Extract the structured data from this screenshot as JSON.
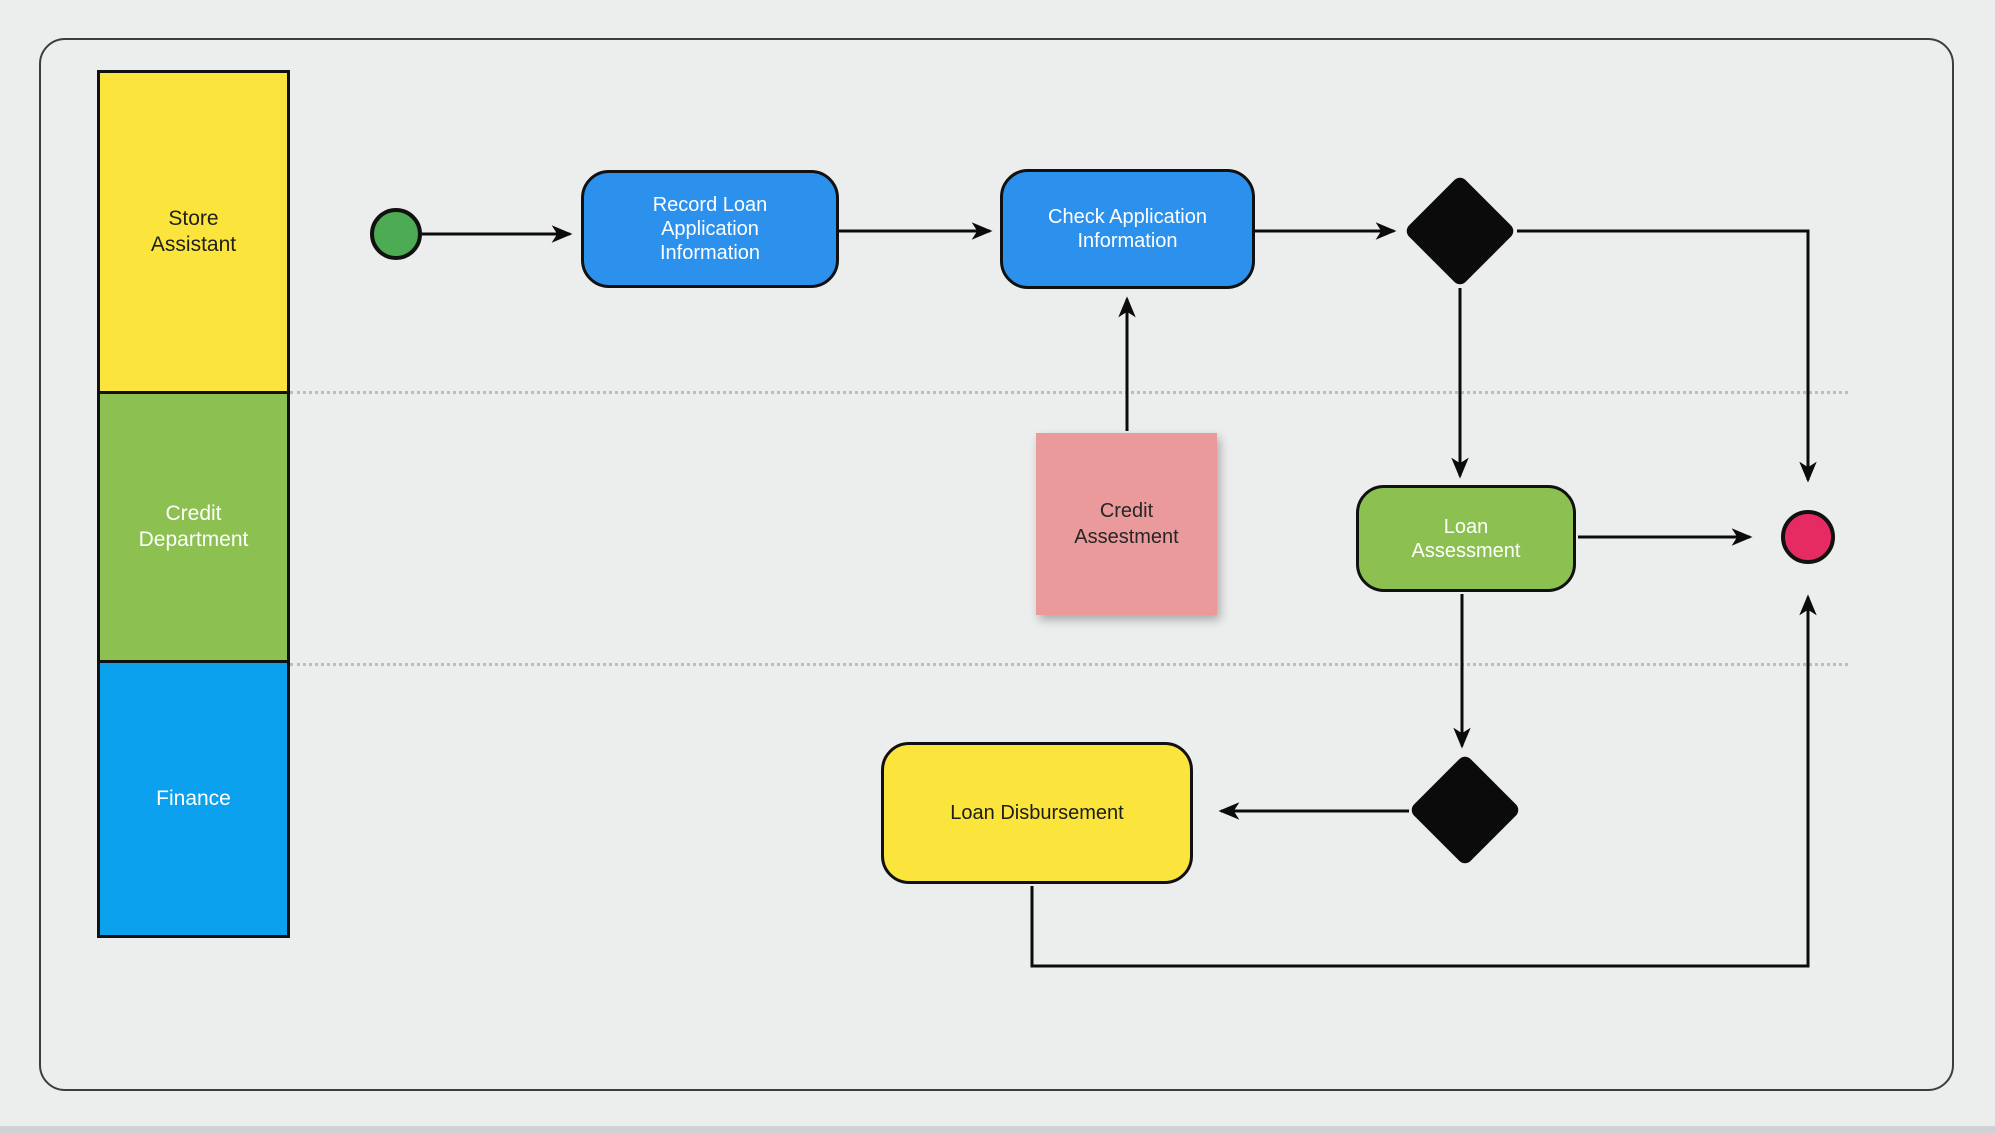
{
  "diagram": {
    "lanes": [
      {
        "label": "Store\nAssistant",
        "color": "#FBE53C",
        "text_color": "#1f1f1f"
      },
      {
        "label": "Credit\nDepartment",
        "color": "#8CC152",
        "text_color": "#ffffff"
      },
      {
        "label": "Finance",
        "color": "#0CA1EE",
        "text_color": "#ffffff"
      }
    ],
    "nodes": {
      "start_event": {
        "color": "#4DAC53"
      },
      "record_loan_application": {
        "label": "Record Loan\nApplication\nInformation",
        "color": "#2B91EC",
        "text_color": "#ffffff"
      },
      "check_application": {
        "label": "Check Application\nInformation",
        "color": "#2B91EC",
        "text_color": "#ffffff"
      },
      "decision_gateway_1": {
        "color": "#0b0b0b"
      },
      "credit_assessment_note": {
        "label": "Credit\nAssestment",
        "color": "#EB9A9B",
        "text_color": "#262626"
      },
      "loan_assessment": {
        "label": "Loan\nAssessment",
        "color": "#8CC152",
        "text_color": "#ffffff"
      },
      "end_event": {
        "color": "#E62B62"
      },
      "decision_gateway_2": {
        "color": "#0b0b0b"
      },
      "loan_disbursement": {
        "label": "Loan Disbursement",
        "color": "#FBE53C",
        "text_color": "#1c1c1c"
      }
    },
    "line_color": "#0b0b0b"
  }
}
